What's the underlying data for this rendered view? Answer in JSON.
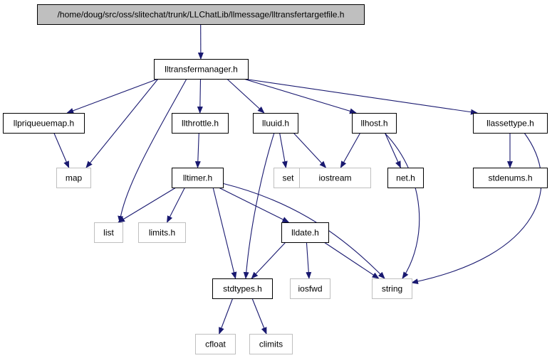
{
  "diagram": {
    "nodes": [
      {
        "id": "root",
        "label": "/home/doug/src/oss/slitechat/trunk/LLChatLib/llmessage/lltransfertargetfile.h",
        "style": "root"
      },
      {
        "id": "transfermgr",
        "label": "lltransfermanager.h",
        "style": "documented"
      },
      {
        "id": "priqueue",
        "label": "llpriqueuemap.h",
        "style": "documented"
      },
      {
        "id": "throttle",
        "label": "llthrottle.h",
        "style": "documented"
      },
      {
        "id": "uuid",
        "label": "lluuid.h",
        "style": "documented"
      },
      {
        "id": "host",
        "label": "llhost.h",
        "style": "documented"
      },
      {
        "id": "assettype",
        "label": "llassettype.h",
        "style": "documented"
      },
      {
        "id": "map",
        "label": "map",
        "style": "system"
      },
      {
        "id": "set",
        "label": "set",
        "style": "system"
      },
      {
        "id": "iostream",
        "label": "iostream",
        "style": "system"
      },
      {
        "id": "neth",
        "label": "net.h",
        "style": "documented"
      },
      {
        "id": "stdenums",
        "label": "stdenums.h",
        "style": "documented"
      },
      {
        "id": "timer",
        "label": "lltimer.h",
        "style": "documented"
      },
      {
        "id": "list",
        "label": "list",
        "style": "system"
      },
      {
        "id": "limits",
        "label": "limits.h",
        "style": "system"
      },
      {
        "id": "date",
        "label": "lldate.h",
        "style": "documented"
      },
      {
        "id": "stdtypes",
        "label": "stdtypes.h",
        "style": "documented"
      },
      {
        "id": "iosfwd",
        "label": "iosfwd",
        "style": "system"
      },
      {
        "id": "string",
        "label": "string",
        "style": "system"
      },
      {
        "id": "cfloat",
        "label": "cfloat",
        "style": "system"
      },
      {
        "id": "climits",
        "label": "climits",
        "style": "system"
      }
    ],
    "edges": [
      {
        "from": "root",
        "to": "transfermgr"
      },
      {
        "from": "transfermgr",
        "to": "priqueue"
      },
      {
        "from": "transfermgr",
        "to": "map"
      },
      {
        "from": "transfermgr",
        "to": "list"
      },
      {
        "from": "transfermgr",
        "to": "throttle"
      },
      {
        "from": "transfermgr",
        "to": "uuid"
      },
      {
        "from": "transfermgr",
        "to": "host"
      },
      {
        "from": "transfermgr",
        "to": "assettype"
      },
      {
        "from": "priqueue",
        "to": "map"
      },
      {
        "from": "throttle",
        "to": "timer"
      },
      {
        "from": "uuid",
        "to": "stdtypes"
      },
      {
        "from": "uuid",
        "to": "set"
      },
      {
        "from": "uuid",
        "to": "iostream"
      },
      {
        "from": "host",
        "to": "iostream"
      },
      {
        "from": "host",
        "to": "neth"
      },
      {
        "from": "host",
        "to": "string"
      },
      {
        "from": "assettype",
        "to": "stdenums"
      },
      {
        "from": "assettype",
        "to": "string"
      },
      {
        "from": "timer",
        "to": "list"
      },
      {
        "from": "timer",
        "to": "limits"
      },
      {
        "from": "timer",
        "to": "stdtypes"
      },
      {
        "from": "timer",
        "to": "date"
      },
      {
        "from": "timer",
        "to": "string"
      },
      {
        "from": "date",
        "to": "stdtypes"
      },
      {
        "from": "date",
        "to": "iosfwd"
      },
      {
        "from": "date",
        "to": "string"
      },
      {
        "from": "stdtypes",
        "to": "cfloat"
      },
      {
        "from": "stdtypes",
        "to": "climits"
      }
    ],
    "colors": {
      "edge": "#191970",
      "root_fill": "#bfbfbf",
      "node_border": "#000000",
      "system_border": "#bfbfbf",
      "text": "#000000"
    }
  }
}
